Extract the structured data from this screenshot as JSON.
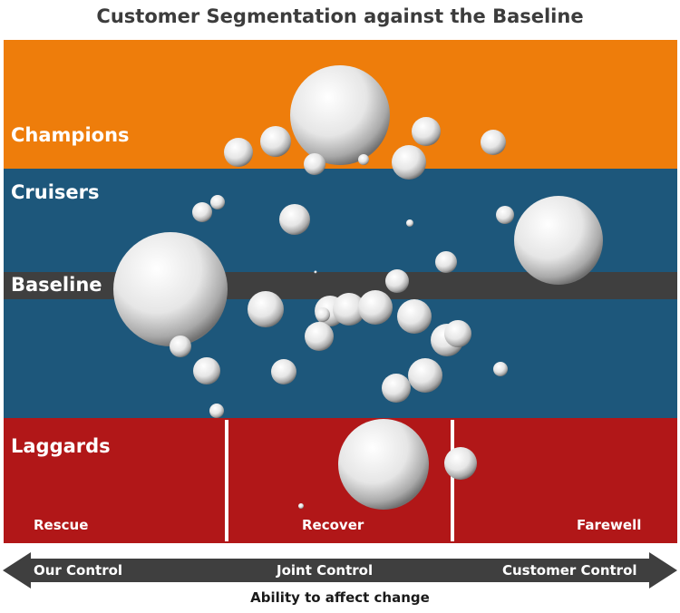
{
  "title": "Customer Segmentation against the Baseline",
  "bands": {
    "champions": "Champions",
    "cruisers": "Cruisers",
    "baseline": "Baseline",
    "laggards": "Laggards"
  },
  "laggard_subsegments": [
    "Rescue",
    "Recover",
    "Farewell"
  ],
  "axis": {
    "left": "Our Control",
    "center": "Joint Control",
    "right": "Customer Control",
    "label": "Ability to affect change"
  },
  "colors": {
    "champions": "#ee7d0b",
    "cruisers": "#1d577b",
    "baseline": "#3f3f3f",
    "laggards": "#b11718",
    "arrow": "#3f3f3f"
  }
}
